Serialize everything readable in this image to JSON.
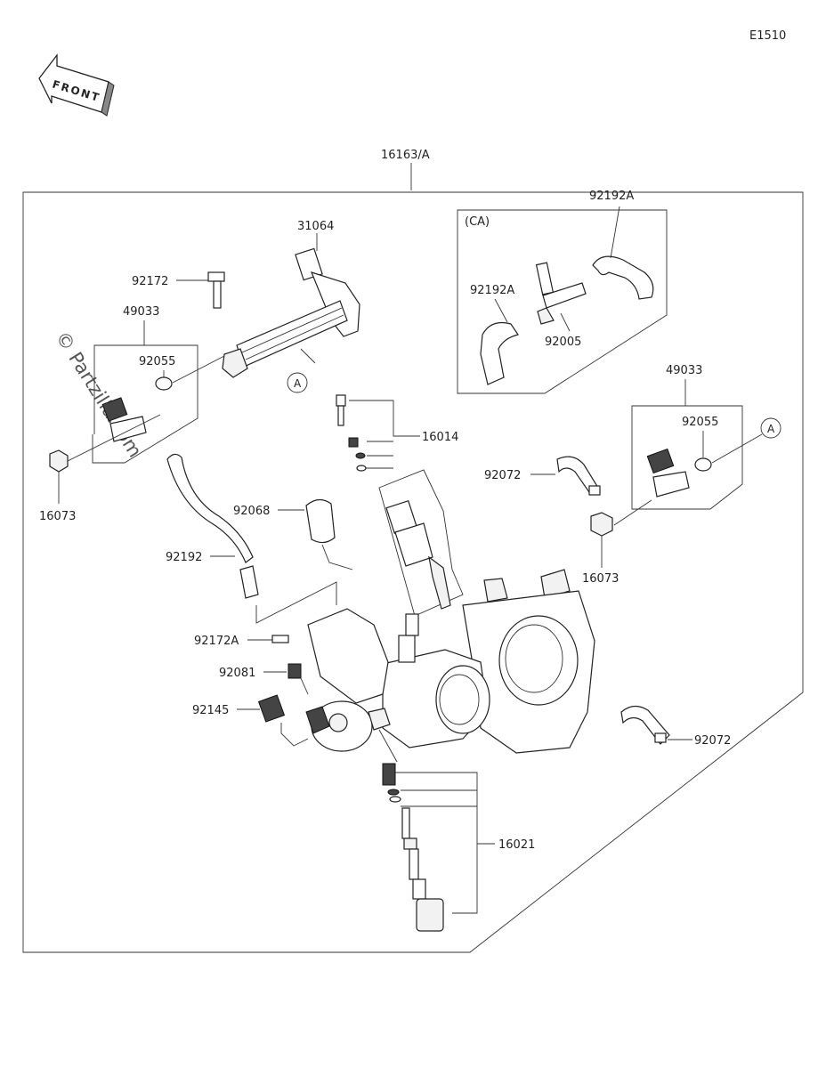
{
  "diagram_code": "E1510",
  "front_label": "FRONT",
  "watermark": "© Partzilla.com",
  "assembly_label": "16163/A",
  "ca_label": "(CA)",
  "callout_a": "A",
  "labels": {
    "p31064": "31064",
    "p92172": "92172",
    "p49033_left": "49033",
    "p92055_left": "92055",
    "p16073_left": "16073",
    "p92192A_top": "92192A",
    "p92192A_left": "92192A",
    "p92005": "92005",
    "p49033_right": "49033",
    "p92055_right": "92055",
    "p16014": "16014",
    "p92072_top": "92072",
    "p92068": "92068",
    "p16073_right": "16073",
    "p92192": "92192",
    "p92172A": "92172A",
    "p92081": "92081",
    "p92145": "92145",
    "p92072_bottom": "92072",
    "p16021": "16021"
  }
}
